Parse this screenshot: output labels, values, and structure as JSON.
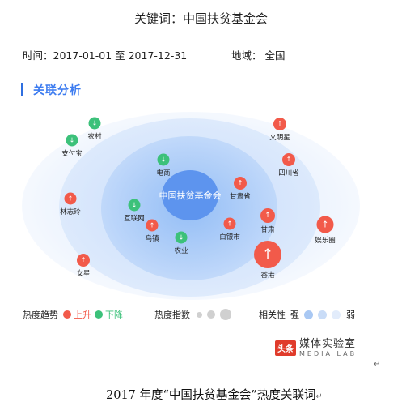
{
  "title": "关键词：中国扶贫基金会",
  "time_label": "时间：",
  "time_range": "2017-01-01 至 2017-12-31",
  "region_label": "地域：",
  "region_value": "全国",
  "section_title": "关联分析",
  "center_keyword": "中国扶贫基金会",
  "arrow_up": "↑",
  "arrow_down": "↓",
  "nodes": [
    {
      "label": "农村",
      "trend": "down"
    },
    {
      "label": "支付宝",
      "trend": "down"
    },
    {
      "label": "电商",
      "trend": "down"
    },
    {
      "label": "林志玲",
      "trend": "up"
    },
    {
      "label": "互联网",
      "trend": "down"
    },
    {
      "label": "乌镇",
      "trend": "up"
    },
    {
      "label": "农业",
      "trend": "down"
    },
    {
      "label": "女星",
      "trend": "up"
    },
    {
      "label": "文明星",
      "trend": "up"
    },
    {
      "label": "四川省",
      "trend": "up"
    },
    {
      "label": "甘肃省",
      "trend": "up"
    },
    {
      "label": "白银市",
      "trend": "up"
    },
    {
      "label": "甘肃",
      "trend": "up"
    },
    {
      "label": "娱乐圈",
      "trend": "up"
    },
    {
      "label": "香港",
      "trend": "up"
    }
  ],
  "legend": {
    "trend_label": "热度趋势",
    "up_label": "上升",
    "down_label": "下降",
    "index_label": "热度指数",
    "relevance_label": "相关性",
    "strong_label": "强",
    "weak_label": "弱"
  },
  "colors": {
    "up": "#f25a4a",
    "down": "#3cc17a",
    "accent": "#3d7cf0",
    "center": "#5d94ee"
  },
  "brand": {
    "badge": "头条",
    "name": "媒体实验室",
    "sub": "MEDIA LAB"
  },
  "paragraph_mark": "↵",
  "caption": "2017 年度“中国扶贫基金会”热度关联词"
}
